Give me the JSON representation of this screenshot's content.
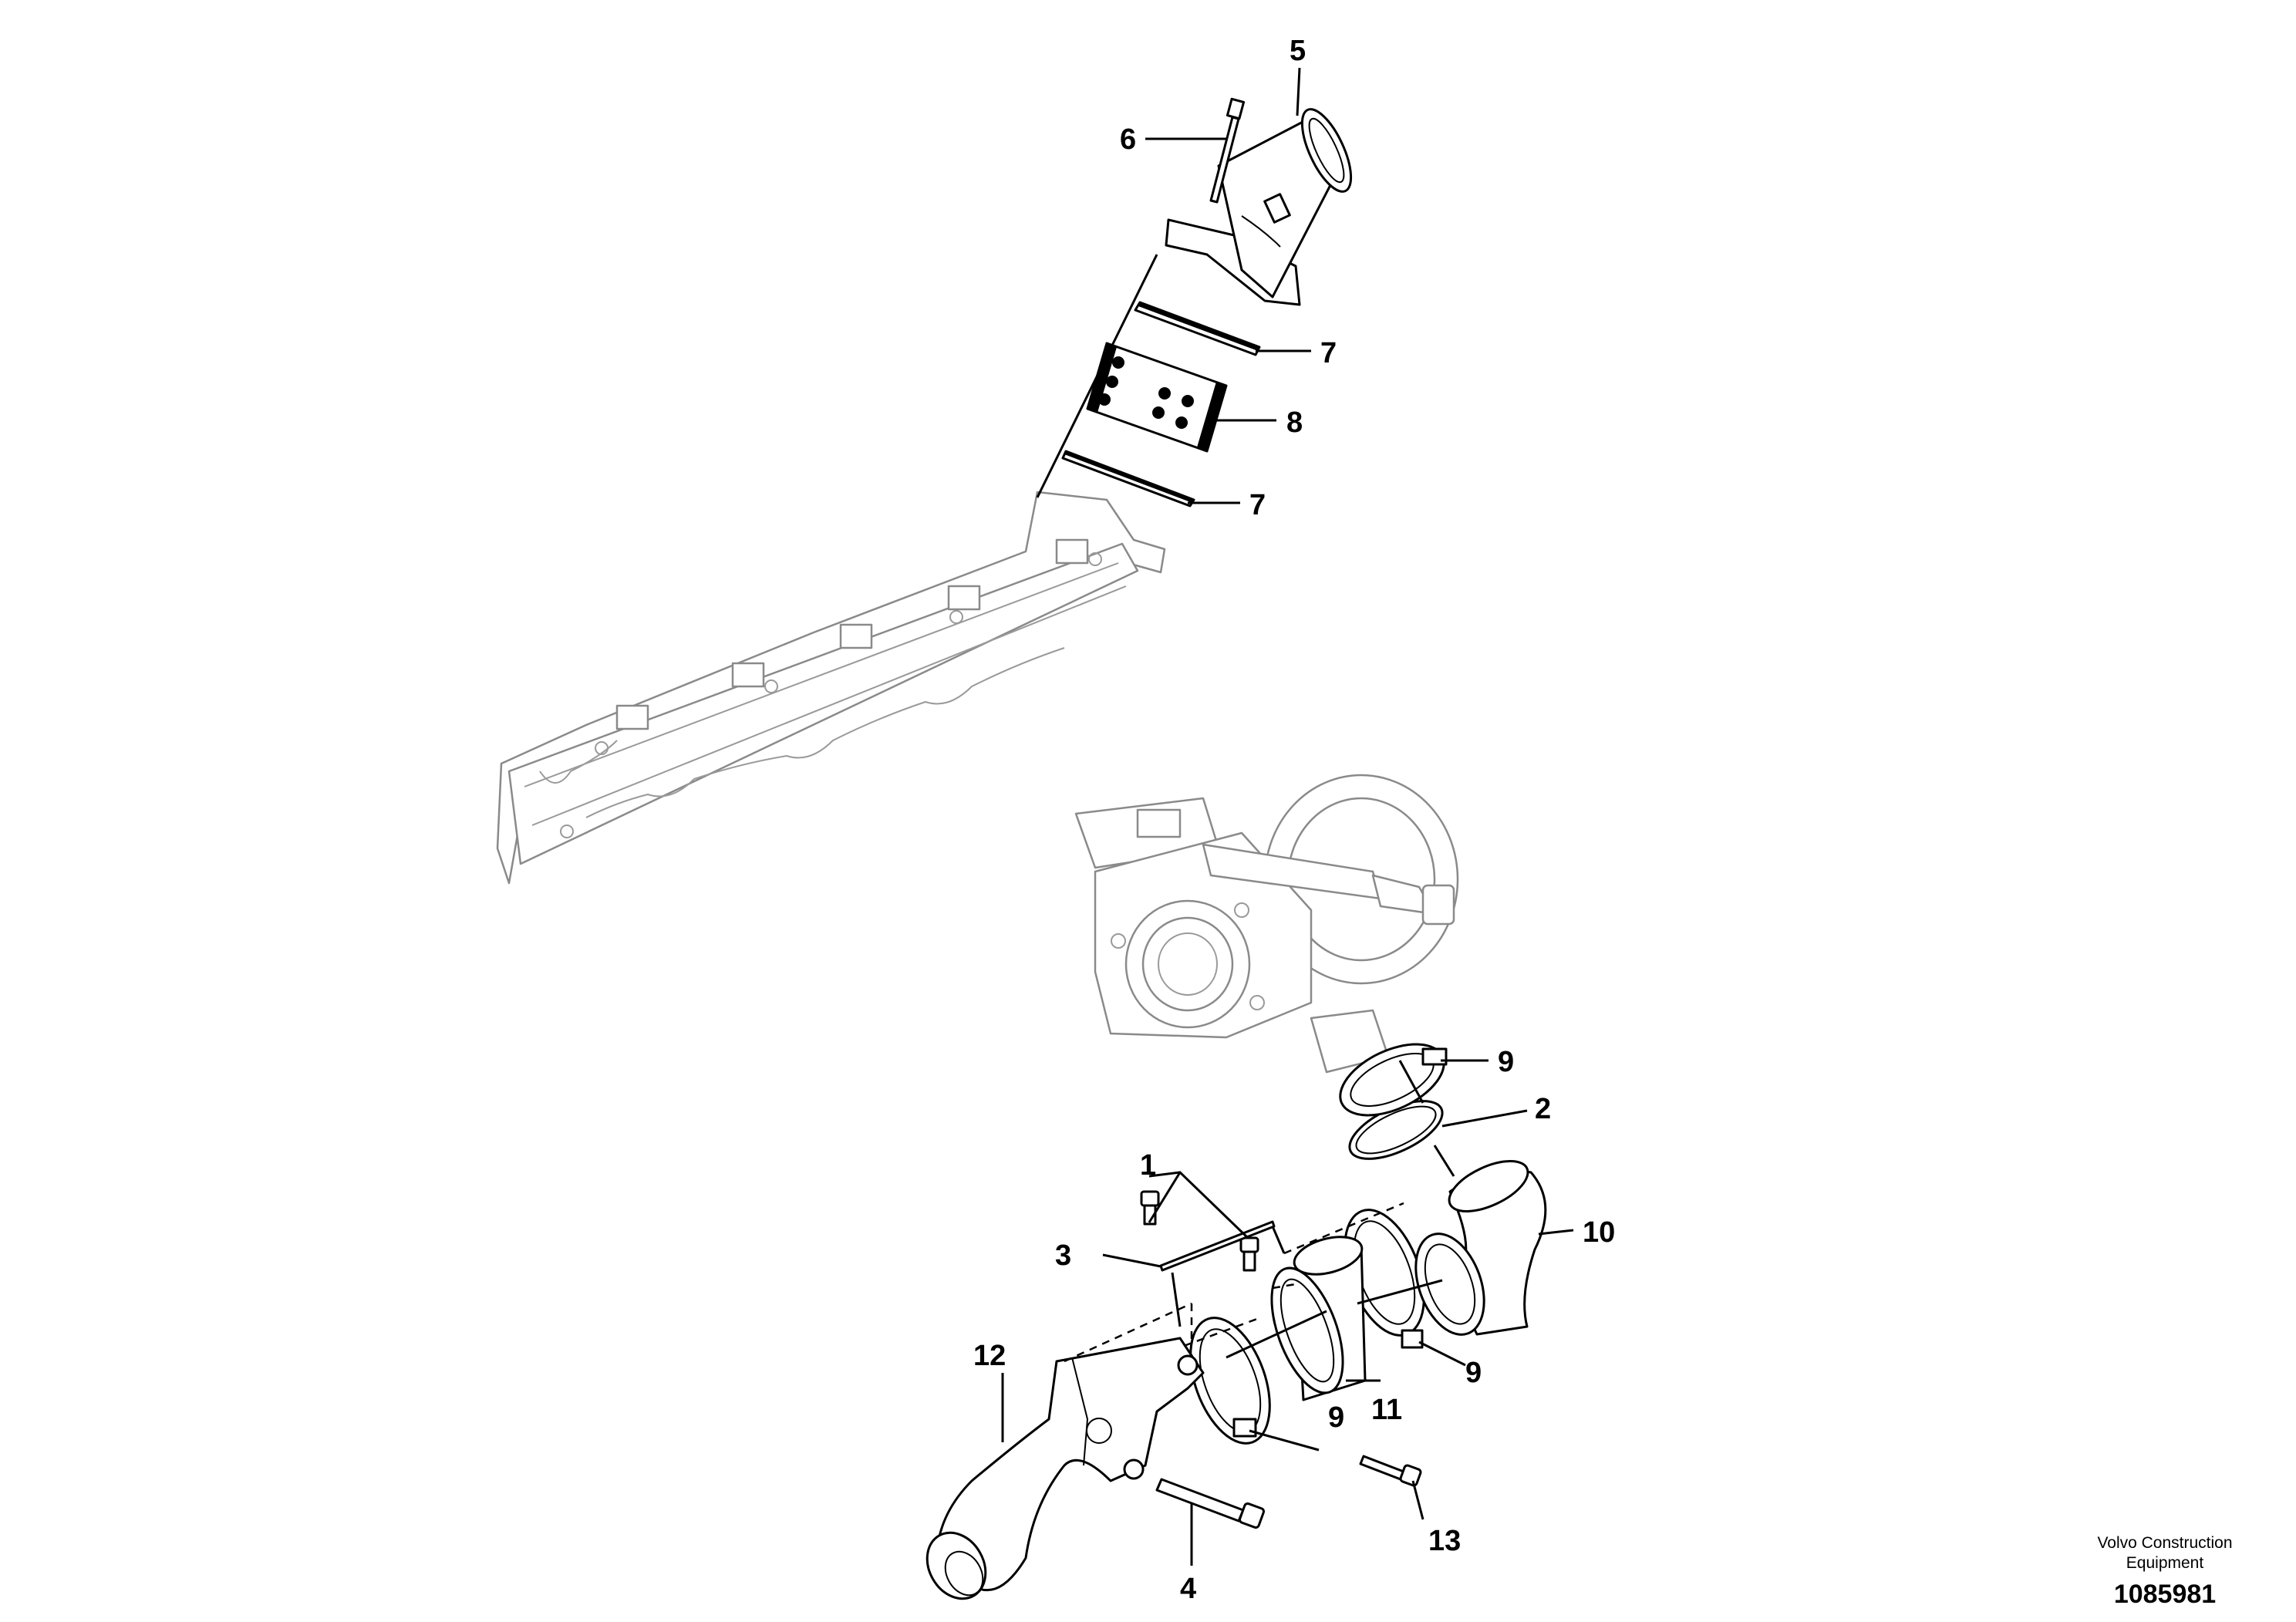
{
  "callouts": {
    "c1": "1",
    "c2": "2",
    "c3": "3",
    "c4": "4",
    "c5": "5",
    "c6": "6",
    "c7a": "7",
    "c7b": "7",
    "c8": "8",
    "c9a": "9",
    "c9b": "9",
    "c9c": "9",
    "c10": "10",
    "c11": "11",
    "c12": "12",
    "c13": "13"
  },
  "brand": {
    "line1": "Volvo Construction",
    "line2": "Equipment"
  },
  "drawing_number": "1085981"
}
